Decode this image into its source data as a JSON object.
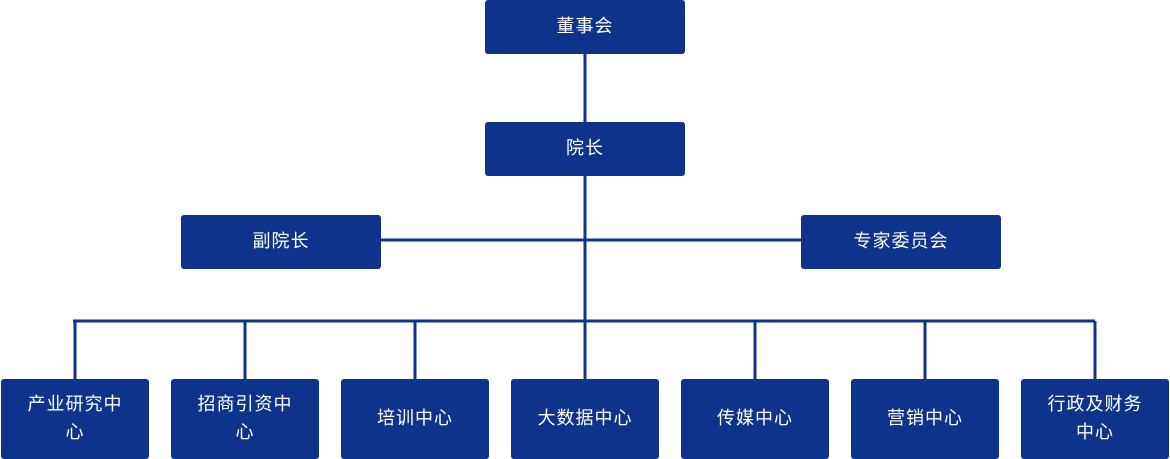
{
  "org_chart": {
    "board": "董事会",
    "president": "院长",
    "vice_president": "副院长",
    "expert_committee": "专家委员会",
    "centers": [
      "产业研究中心",
      "招商引资中心",
      "培训中心",
      "大数据中心",
      "传媒中心",
      "营销中心",
      "行政及财务中心"
    ]
  },
  "colors": {
    "node_fill": "#0d338a",
    "connector": "#0d338a",
    "text": "#ffffff"
  }
}
